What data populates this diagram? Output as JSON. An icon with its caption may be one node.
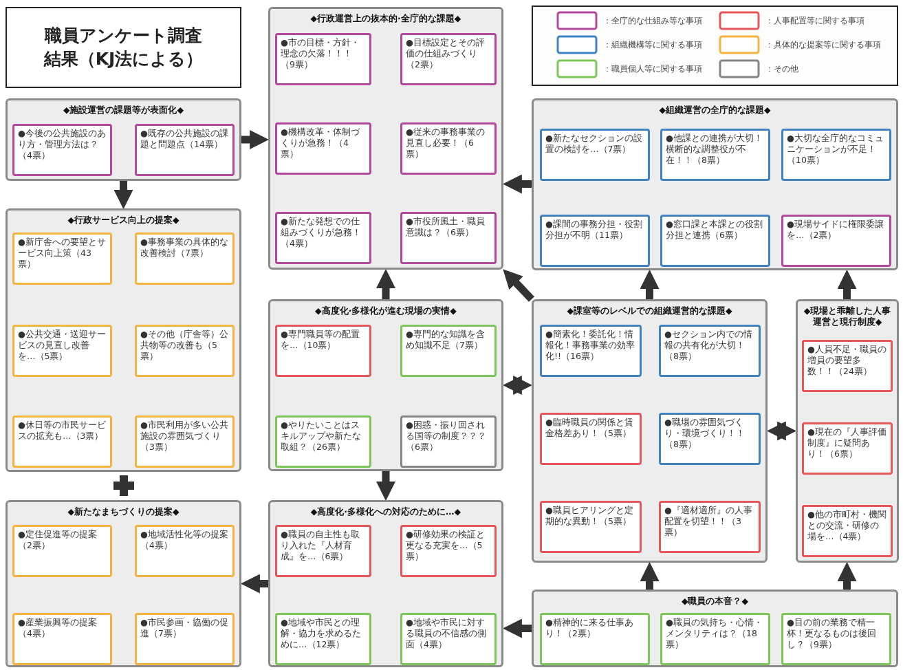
{
  "diagram": {
    "title": "職員アンケート調査結果（KJ法による）",
    "nodes": [
      {
        "text": [
          "◆施設運営の課題等が表面化◆"
        ]
      },
      {
        "text": [
          "●今後の公共施設のあり方・管理方法は？（4票）"
        ],
        "in": 0
      },
      {
        "text": [
          "●既存の公共施設の課題と問題点（14票）"
        ],
        "in": 0
      },
      {
        "text": [
          "◆行政運営上の抜本的·全庁的な課題◆"
        ]
      },
      {
        "text": [
          "●市の目標・方針・理念の欠落！！！（9票）"
        ],
        "in": 3
      },
      {
        "text": [
          "●目標設定とその評価の仕組みづくり（2票）"
        ],
        "in": 3
      },
      {
        "text": [
          "●機構改革・体制づくりが急務！（4票）"
        ],
        "in": 3
      },
      {
        "text": [
          "●従来の事務事業の見直し必要！（6票）"
        ],
        "in": 3
      },
      {
        "text": [
          "●新たな発想での仕組みづくりが急務！（4票）"
        ],
        "in": 3
      },
      {
        "text": [
          "●市役所風土・職員意識は？（6票）"
        ],
        "in": 3
      },
      {
        "text": [
          "◆組織運営の全庁的な課題◆"
        ]
      },
      {
        "text": [
          "●新たなセクションの設置の検討を…（7票）"
        ],
        "in": 10
      },
      {
        "text": [
          "●他課との連携が大切！横断的な調整役が不在！！（8票）"
        ],
        "in": 10
      },
      {
        "text": [
          "●大切な全庁的なコミュニケーションが不足！（10票）"
        ],
        "in": 10
      },
      {
        "text": [
          "●課間の事務分担・役割分担が不明（11票）"
        ],
        "in": 10
      },
      {
        "text": [
          "●窓口課と本課との役割分担と連携（6票）"
        ],
        "in": 10
      },
      {
        "text": [
          "●現場サイドに権限委譲を…（2票）"
        ],
        "in": 10
      },
      {
        "text": [
          "◆行政サービス向上の提案◆"
        ]
      },
      {
        "text": [
          "●新庁舎への要望とサービス向上策（43票）"
        ],
        "in": 17
      },
      {
        "text": [
          "●事務事業の具体的な改善検討（7票）"
        ],
        "in": 17
      },
      {
        "text": [
          "●公共交通・送迎サービスの見直し改善を…（5票）"
        ],
        "in": 17
      },
      {
        "text": [
          "●その他（庁舎等）公共物等の改善も（5票）"
        ],
        "in": 17
      },
      {
        "text": [
          "●休日等の市民サービスの拡充も…（3票）"
        ],
        "in": 17
      },
      {
        "text": [
          "●市民利用が多い公共施設の雰囲気づくり（3票）"
        ],
        "in": 17
      },
      {
        "text": [
          "◆高度化·多様化が進む現場の実情◆"
        ]
      },
      {
        "text": [
          "●専門職員等の配置を…（10票）"
        ],
        "in": 24
      },
      {
        "text": [
          "●専門的な知識を含め知識不足（7票）"
        ],
        "in": 24
      },
      {
        "text": [
          "●やりたいことはスキルアップや新たな取組？（26票）"
        ],
        "in": 24
      },
      {
        "text": [
          "●困惑・振り回される国等の制度？？？（6票）"
        ],
        "in": 24
      },
      {
        "text": [
          "◆課室等のレベルでの組織運営的な課題◆"
        ]
      },
      {
        "text": [
          "●簡素化！委託化！情報化！事務事業の効率化!!（16票）"
        ],
        "in": 29
      },
      {
        "text": [
          "●セクション内での情報の共有化が大切！（8票）"
        ],
        "in": 29
      },
      {
        "text": [
          "●臨時職員の関係と賃金格差あり！（5票）"
        ],
        "in": 29
      },
      {
        "text": [
          "●職場の雰囲気づくり・環境づくり！！（8票）"
        ],
        "in": 29
      },
      {
        "text": [
          "●職員ヒアリングと定期的な異動！（5票）"
        ],
        "in": 29
      },
      {
        "text": [
          "●『適材適所』の人事配置を切望！！（3票）"
        ],
        "in": 29
      },
      {
        "text": [
          "◆現場と乖離した人事運営と現行制度◆"
        ]
      },
      {
        "text": [
          "●人員不足・職員の増員の要望多数！！（24票）"
        ],
        "in": 36
      },
      {
        "text": [
          "●現在の『人事評価制度』に疑問あり！（6票）"
        ],
        "in": 36
      },
      {
        "text": [
          "●他の市町村・機関との交流・研修の場を…（4票）"
        ],
        "in": 36
      },
      {
        "text": [
          "◆新たなまちづくりの提案◆"
        ]
      },
      {
        "text": [
          "●定住促進等の提案（2票）"
        ],
        "in": 40
      },
      {
        "text": [
          "●地域活性化等の提案（4票）"
        ],
        "in": 40
      },
      {
        "text": [
          "●産業振興等の提案（4票）"
        ],
        "in": 40
      },
      {
        "text": [
          "●市民参画・協働の促進（7票）"
        ],
        "in": 40
      },
      {
        "text": [
          "◆高度化·多様化への対応のために…◆"
        ]
      },
      {
        "text": [
          "●職員の自主性も取り入れた『人材育成』を…（6票）"
        ],
        "in": 45
      },
      {
        "text": [
          "●研修効果の検証と更なる充実を…（5票）"
        ],
        "in": 45
      },
      {
        "text": [
          "●地域や市民との理解・協力を求めるために…（12票）"
        ],
        "in": 45
      },
      {
        "text": [
          "●地域や市民に対する職員の不信感の側面（4票）"
        ],
        "in": 45
      },
      {
        "text": [
          "◆職員の本音？◆"
        ]
      },
      {
        "text": [
          "●精神的に来る仕事あり！（2票）"
        ],
        "in": 50
      },
      {
        "text": [
          "●職員の気持ち・心情・メンタリティは？（18票）"
        ],
        "in": 50
      },
      {
        "text": [
          "●目の前の業務で精一杯！更なるものは後回し？（9票）"
        ],
        "in": 50
      }
    ],
    "edges": [
      {
        "from": 0,
        "to": 17,
        "arrow": "to"
      },
      {
        "from": 0,
        "to": 3,
        "arrow": "to"
      },
      {
        "from": 10,
        "to": 3,
        "arrow": "to"
      },
      {
        "from": 24,
        "to": 3,
        "arrow": "to"
      },
      {
        "from": 29,
        "to": 3,
        "arrow": "to"
      },
      {
        "from": 29,
        "to": 10,
        "arrow": "to"
      },
      {
        "from": 36,
        "to": 10,
        "arrow": "to"
      },
      {
        "from": 24,
        "to": 29,
        "arrow": "both"
      },
      {
        "from": 29,
        "to": 36,
        "arrow": "both"
      },
      {
        "from": 24,
        "to": 45,
        "arrow": "to"
      },
      {
        "from": 50,
        "to": 29,
        "arrow": "to"
      },
      {
        "from": 50,
        "to": 36,
        "arrow": "to"
      },
      {
        "from": 50,
        "to": 45,
        "arrow": "to"
      },
      {
        "from": 45,
        "to": 40,
        "arrow": "to"
      }
    ],
    "legend": [
      {
        "text": "：全庁的な仕組み等な事項",
        "color": "#b5489a"
      },
      {
        "text": "：組織機構等に関する事項",
        "color": "#3f83c4"
      },
      {
        "text": "：職員個人等に関する事項",
        "color": "#7cc65a"
      },
      {
        "text": "：人事配置等に関する事項",
        "color": "#e5575a"
      },
      {
        "text": "：具体的な提案等に関する事項",
        "color": "#f5b342"
      },
      {
        "text": "：その他",
        "color": "#858585"
      }
    ]
  }
}
